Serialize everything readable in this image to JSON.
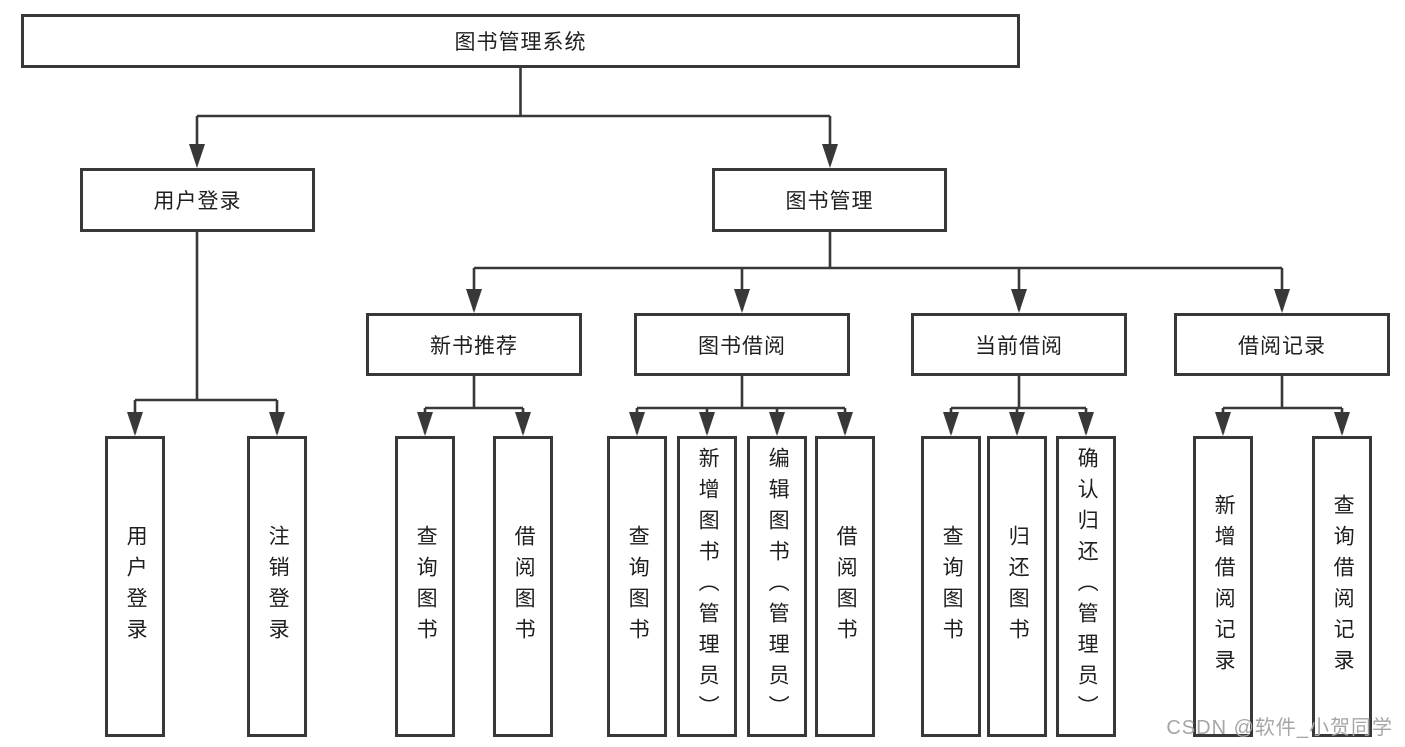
{
  "tree": {
    "root": "图书管理系统",
    "branches": [
      {
        "label": "用户登录",
        "leaves": [
          "用户登录",
          "注销登录"
        ]
      },
      {
        "label": "图书管理",
        "sub": [
          {
            "label": "新书推荐",
            "leaves": [
              "查询图书",
              "借阅图书"
            ]
          },
          {
            "label": "图书借阅",
            "leaves": [
              "查询图书",
              "新增图书（管理员）",
              "编辑图书（管理员）",
              "借阅图书"
            ]
          },
          {
            "label": "当前借阅",
            "leaves": [
              "查询图书",
              "归还图书",
              "确认归还（管理员）"
            ]
          },
          {
            "label": "借阅记录",
            "leaves": [
              "新增借阅记录",
              "查询借阅记录"
            ]
          }
        ]
      }
    ]
  },
  "watermark": "CSDN @软件_小贺同学",
  "colors": {
    "line": "#383838",
    "text": "#1f1f1f",
    "watermark": "#a6a6a6",
    "background": "#ffffff"
  }
}
